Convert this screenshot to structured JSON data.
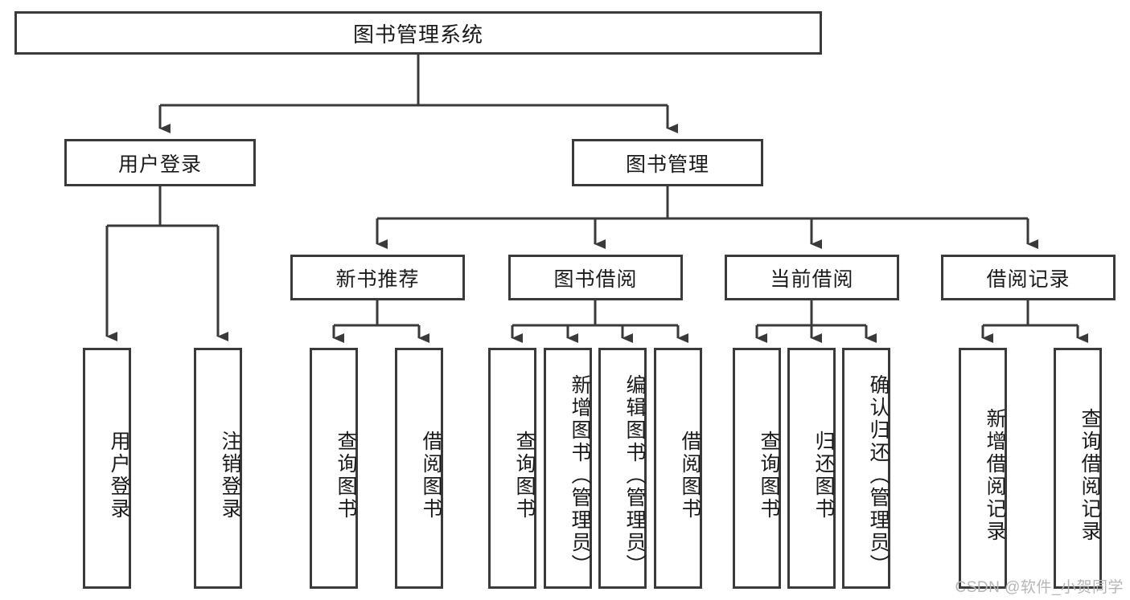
{
  "diagram": {
    "type": "tree-hierarchy",
    "title_node": {
      "label": "图书管理系统"
    },
    "level2": [
      {
        "id": "user-login",
        "label": "用户登录"
      },
      {
        "id": "book-management",
        "label": "图书管理"
      }
    ],
    "level3": [
      {
        "id": "new-book-recommend",
        "label": "新书推荐",
        "parent": "book-management"
      },
      {
        "id": "book-borrow",
        "label": "图书借阅",
        "parent": "book-management"
      },
      {
        "id": "current-borrow",
        "label": "当前借阅",
        "parent": "book-management"
      },
      {
        "id": "borrow-record",
        "label": "借阅记录",
        "parent": "book-management"
      }
    ],
    "leaves": [
      {
        "id": "leaf-user-login",
        "label": "用户登录",
        "parent": "user-login"
      },
      {
        "id": "leaf-logout",
        "label": "注销登录",
        "parent": "user-login"
      },
      {
        "id": "leaf-query-book-1",
        "label": "查询图书",
        "parent": "new-book-recommend"
      },
      {
        "id": "leaf-borrow-book-1",
        "label": "借阅图书",
        "parent": "new-book-recommend"
      },
      {
        "id": "leaf-query-book-2",
        "label": "查询图书",
        "parent": "book-borrow"
      },
      {
        "id": "leaf-add-book",
        "label": "新增图书（管理员）",
        "parent": "book-borrow"
      },
      {
        "id": "leaf-edit-book",
        "label": "编辑图书（管理员）",
        "parent": "book-borrow"
      },
      {
        "id": "leaf-borrow-book-2",
        "label": "借阅图书",
        "parent": "book-borrow"
      },
      {
        "id": "leaf-query-book-3",
        "label": "查询图书",
        "parent": "current-borrow"
      },
      {
        "id": "leaf-return-book",
        "label": "归还图书",
        "parent": "current-borrow"
      },
      {
        "id": "leaf-confirm-return",
        "label": "确认归还（管理员）",
        "parent": "current-borrow"
      },
      {
        "id": "leaf-add-record",
        "label": "新增借阅记录",
        "parent": "borrow-record"
      },
      {
        "id": "leaf-query-record",
        "label": "查询借阅记录",
        "parent": "borrow-record"
      }
    ],
    "colors": {
      "stroke": "#3a3a3a",
      "box_fill": "#ffffff",
      "text": "#1a1a1a",
      "watermark": "#b6b6b6"
    }
  },
  "watermark": {
    "text": "CSDN @软件_小贺同学"
  }
}
